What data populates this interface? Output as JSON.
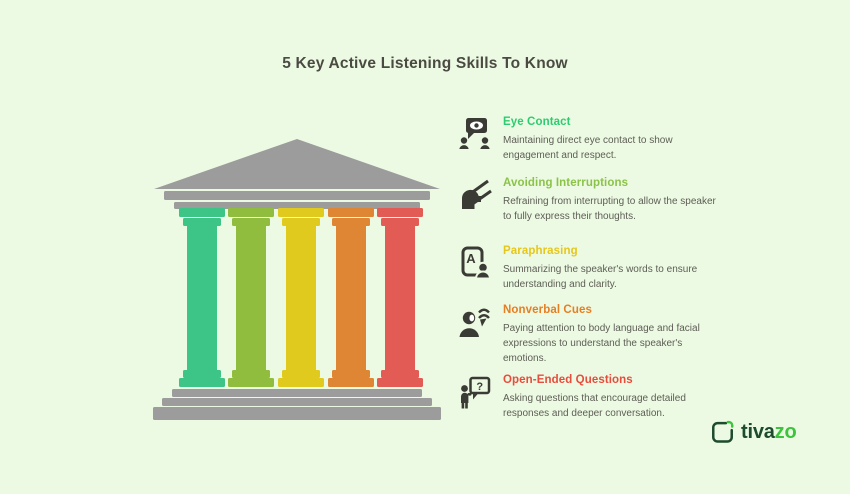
{
  "page": {
    "title": "5 Key Active Listening Skills To Know",
    "background_color": "#edfae3",
    "title_color": "#4a4a42",
    "body_text_color": "#5d5d55",
    "icon_color": "#3b3b35"
  },
  "temple": {
    "structure_color": "#9c9c9c",
    "pillars": [
      {
        "name": "pillar-1",
        "color": "#3dc487"
      },
      {
        "name": "pillar-2",
        "color": "#90bd3e"
      },
      {
        "name": "pillar-3",
        "color": "#e0ca1e"
      },
      {
        "name": "pillar-4",
        "color": "#df8634"
      },
      {
        "name": "pillar-5",
        "color": "#e25b54"
      }
    ]
  },
  "skills": [
    {
      "icon": "eye-contact-icon",
      "title": "Eye Contact",
      "title_color": "#2ecc71",
      "description": "Maintaining direct eye contact to show engagement and respect."
    },
    {
      "icon": "avoiding-interruptions-icon",
      "title": "Avoiding Interruptions",
      "title_color": "#8bc34a",
      "description": "Refraining from interrupting to allow the speaker to fully express their thoughts."
    },
    {
      "icon": "paraphrasing-icon",
      "title": "Paraphrasing",
      "title_color": "#e7c61b",
      "description": "Summarizing the speaker's words to ensure understanding and clarity."
    },
    {
      "icon": "nonverbal-cues-icon",
      "title": "Nonverbal Cues",
      "title_color": "#e67e22",
      "description": "Paying attention to body language and facial expressions to understand the speaker's emotions."
    },
    {
      "icon": "open-ended-questions-icon",
      "title": "Open-Ended Questions",
      "title_color": "#e74c3c",
      "description": "Asking questions that encourage detailed responses and deeper conversation."
    }
  ],
  "logo": {
    "text_primary": "tiva",
    "text_accent": "zo",
    "primary_color": "#1d4b2d",
    "accent_color": "#3cc43c"
  }
}
